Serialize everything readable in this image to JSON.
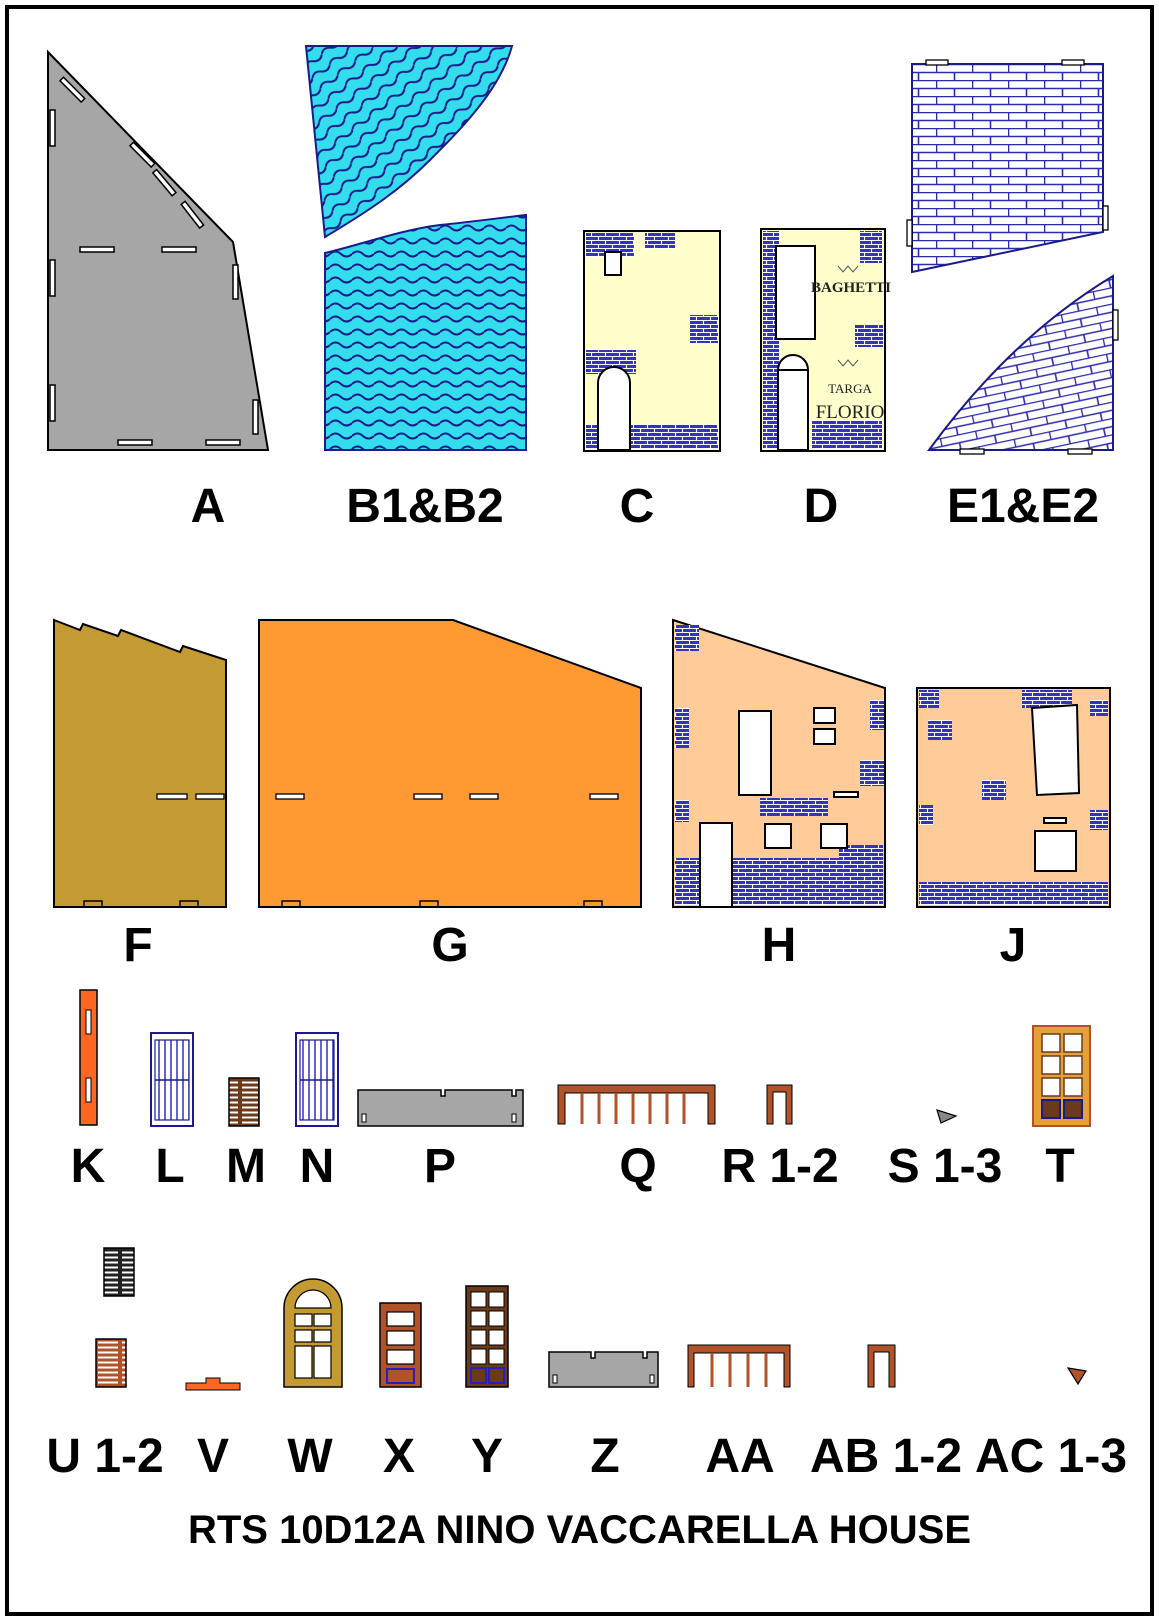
{
  "title": "RTS 10D12A NINO VACCARELLA HOUSE",
  "labels": {
    "A": "A",
    "B": "B1&B2",
    "C": "C",
    "D": "D",
    "E": "E1&E2",
    "F": "F",
    "G": "G",
    "H": "H",
    "J": "J",
    "K": "K",
    "L": "L",
    "M": "M",
    "N": "N",
    "P": "P",
    "Q": "Q",
    "R": "R 1-2",
    "S": "S 1-3",
    "T": "T",
    "U": "U 1-2",
    "V": "V",
    "W": "W",
    "X": "X",
    "Y": "Y",
    "Z": "Z",
    "AA": "AA",
    "AB": "AB 1-2",
    "AC": "AC 1-3"
  },
  "signs": {
    "d_top": "BAGHETTI",
    "d_bottom_1": "TARGA",
    "d_bottom_2": "FLORIO"
  },
  "colors": {
    "grey": "#a6a6a6",
    "cyan": "#33ddee",
    "wave": "#1a1a88",
    "brick_blue": "#3333bb",
    "cream": "#ffffcc",
    "ochre": "#c49a33",
    "orange": "#ff9a33",
    "peach": "#ffcc99",
    "deep_orange": "#ff6622",
    "brown": "#b0522a",
    "tan": "#e6a03a",
    "dark_brown": "#6b3a1a"
  }
}
